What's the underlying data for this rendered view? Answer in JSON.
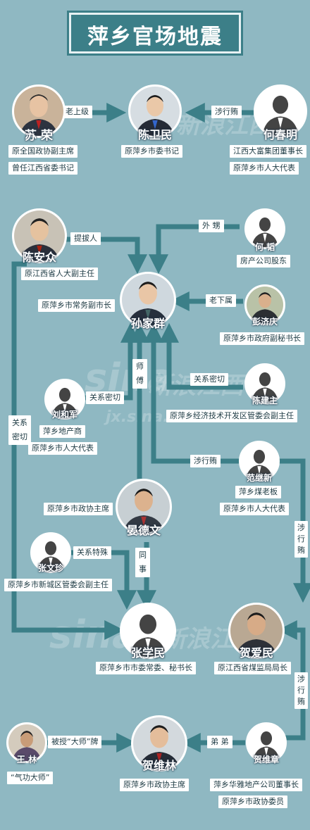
{
  "title": "萍乡官场地震",
  "watermark": {
    "brand": "sina",
    "cn": "新浪江西",
    "url": "jx.sina.com.cn"
  },
  "people": {
    "su_rong": {
      "name": "苏 荣",
      "titles": [
        "原全国政协副主席",
        "曾任江西省委书记"
      ]
    },
    "chen_weimin": {
      "name": "陈卫民",
      "titles": [
        "原萍乡市委书记"
      ]
    },
    "he_chunming": {
      "name": "何春明",
      "titles": [
        "江西大富集团董事长",
        "原萍乡市人大代表"
      ]
    },
    "chen_anzhong": {
      "name": "陈安众",
      "titles": [
        "原江西省人大副主任"
      ]
    },
    "he_tao": {
      "name": "何 韬",
      "titles": [
        "房产公司股东"
      ]
    },
    "sun_jiaqun": {
      "name": "孙家群",
      "titles": [
        "原萍乡市常务副市长"
      ]
    },
    "peng_jiqing": {
      "name": "彭济庆",
      "titles": [
        "原萍乡市政府副秘书长"
      ]
    },
    "liu_hejun": {
      "name": "刘和军",
      "titles": [
        "萍乡地产商",
        "原萍乡市人大代表"
      ]
    },
    "chen_jianzhu": {
      "name": "陈建主",
      "titles": [
        "原萍乡经济技术开发区管委会副主任"
      ]
    },
    "fan_jixin": {
      "name": "范继新",
      "titles": [
        "萍乡煤老板",
        "原萍乡市人大代表"
      ]
    },
    "yan_dewen": {
      "name": "晏德文",
      "titles": [
        "原萍乡市政协主席"
      ]
    },
    "zhang_wenzhen": {
      "name": "张文珍",
      "titles": [
        "原萍乡市新城区管委会副主任"
      ]
    },
    "zhang_xuemin": {
      "name": "张学民",
      "titles": [
        "原萍乡市市委常委、秘书长"
      ]
    },
    "he_aimin": {
      "name": "贺爱民",
      "titles": [
        "原江西省煤监局局长"
      ]
    },
    "wang_lin": {
      "name": "王 林",
      "titles": [
        "“气功大师”"
      ]
    },
    "he_weilin": {
      "name": "贺维林",
      "titles": [
        "原萍乡市政协主席"
      ]
    },
    "he_weizhang": {
      "name": "贺维章",
      "titles": [
        "萍乡华雅地产公司董事长",
        "原萍乡市政协委员"
      ]
    }
  },
  "relations": {
    "su_chen": "老上级",
    "he_chen": "涉行贿",
    "chen_sun": "提拔人",
    "hetao_sun": "外 甥",
    "peng_sun": "老下属",
    "jianzhu_sun": "关系密切",
    "liu_yan": "关系密切",
    "yan_sun": "师\n傅",
    "fan_sun": "涉行贿",
    "chen_zhang": "关系\n密切",
    "zhangwz_zhang": "关系特殊",
    "yan_zhang": "同\n事",
    "fan_heaimin": "涉\n行\n贿",
    "heweizhang_heaimin": "涉\n行\n贿",
    "wang_heweilin": "被授“大师”牌",
    "heweizhang_heweilin": "弟 弟"
  },
  "colors": {
    "background": "#8fb8c2",
    "line": "#3c7f88",
    "title_bg": "#3c7f88"
  }
}
